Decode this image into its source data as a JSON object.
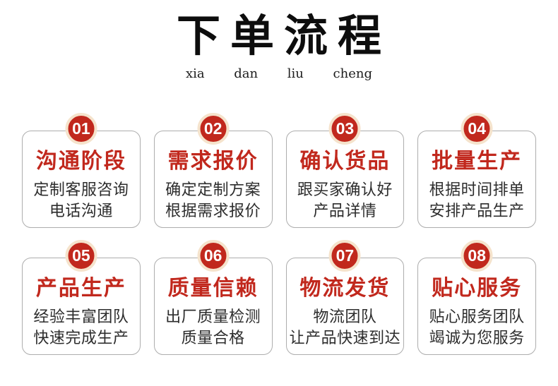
{
  "header": {
    "title": "下单流程",
    "pinyin": [
      "xia",
      "dan",
      "liu",
      "cheng"
    ]
  },
  "steps": [
    {
      "number": "01",
      "title": "沟通阶段",
      "lines": [
        "定制客服咨询",
        "电话沟通"
      ]
    },
    {
      "number": "02",
      "title": "需求报价",
      "lines": [
        "确定定制方案",
        "根据需求报价"
      ]
    },
    {
      "number": "03",
      "title": "确认货品",
      "lines": [
        "跟买家确认好",
        "产品详情"
      ]
    },
    {
      "number": "04",
      "title": "批量生产",
      "lines": [
        "根据时间排单",
        "安排产品生产"
      ]
    },
    {
      "number": "05",
      "title": "产品生产",
      "lines": [
        "经验丰富团队",
        "快速完成生产"
      ]
    },
    {
      "number": "06",
      "title": "质量信赖",
      "lines": [
        "出厂质量检测",
        "质量合格"
      ]
    },
    {
      "number": "07",
      "title": "物流发货",
      "lines": [
        "物流团队",
        "让产品快速到达"
      ]
    },
    {
      "number": "08",
      "title": "贴心服务",
      "lines": [
        "贴心服务团队",
        "竭诚为您服务"
      ]
    }
  ],
  "colors": {
    "accent_red": "#c1281d",
    "badge_ring": "#f5e3cc",
    "card_border": "#adadad",
    "body_text": "#2d2d2d",
    "title_black": "#0d0d0d"
  }
}
